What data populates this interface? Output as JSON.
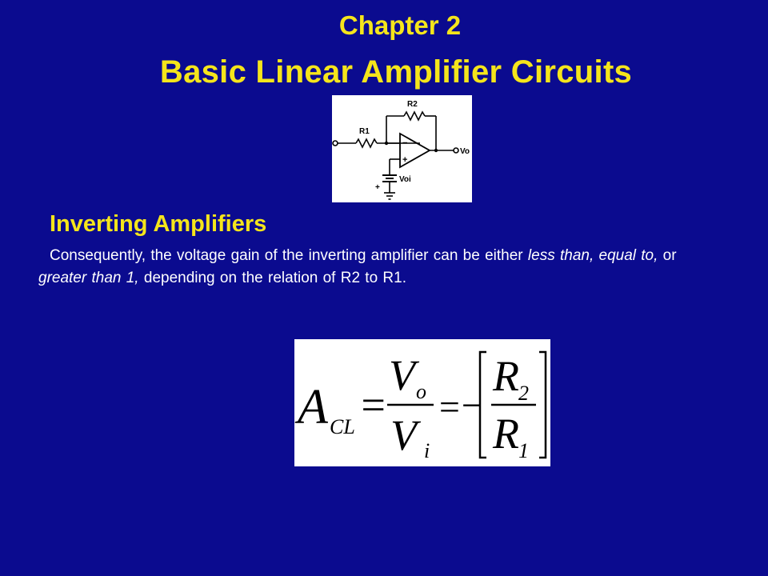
{
  "slide": {
    "chapter": "Chapter 2",
    "title": "Basic Linear Amplifier Circuits"
  },
  "circuit": {
    "label_r2": "R2",
    "label_r1": "R1",
    "label_vo": "Vo",
    "label_voi": "Voi",
    "label_minus": "−",
    "label_plus": "+",
    "label_ground_plus": "+"
  },
  "section": {
    "heading": "Inverting Amplifiers",
    "text_part1": "Consequently, the voltage gain of the inverting amplifier can be either ",
    "text_em1": "less than, equal to,",
    "text_part2": " or ",
    "text_em2": "greater than 1,",
    "text_part3": " depending on the relation of R2 to R1."
  },
  "formula": {
    "lhs_main": "A",
    "lhs_sub": "CL",
    "eq1": "=",
    "num1_main": "V",
    "num1_sub": "o",
    "den1_main": "V",
    "den1_sub": "i",
    "eq2": "=",
    "minus": "−",
    "num2_main": "R",
    "num2_sub": "2",
    "den2_main": "R",
    "den2_sub": "1"
  },
  "colors": {
    "background": "#0b0b8f",
    "heading": "#f5e51b",
    "body_text": "#ffffff"
  }
}
